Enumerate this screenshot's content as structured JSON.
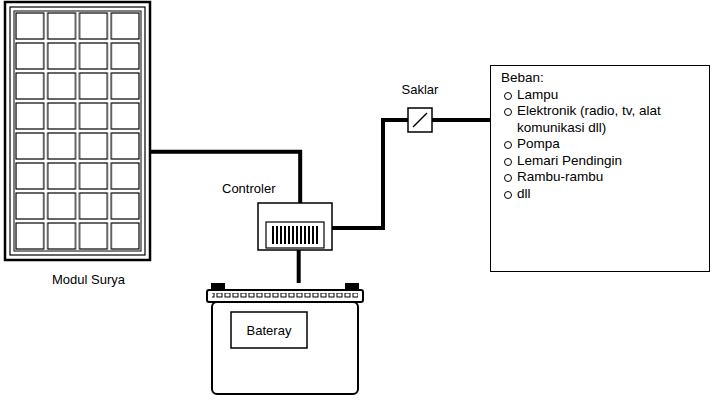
{
  "diagram": {
    "nodes": [
      {
        "text": [
          "Modul Surya"
        ]
      },
      {
        "text": [
          "Controler"
        ]
      },
      {
        "text": [
          "Bateray"
        ]
      },
      {
        "text": [
          "Saklar"
        ]
      },
      {
        "text": [
          "Beban:",
          "Lampu",
          "Elektronik (radio, tv, alat komunikasi dll)",
          "Pompa",
          "Lemari Pendingin",
          "Rambu-rambu",
          "dll"
        ]
      }
    ],
    "edges": [
      {
        "from": 0,
        "to": 1,
        "arrow": "none"
      },
      {
        "from": 1,
        "to": 2,
        "arrow": "none"
      },
      {
        "from": 1,
        "to": 3,
        "arrow": "none"
      },
      {
        "from": 3,
        "to": 4,
        "arrow": "none"
      }
    ]
  }
}
